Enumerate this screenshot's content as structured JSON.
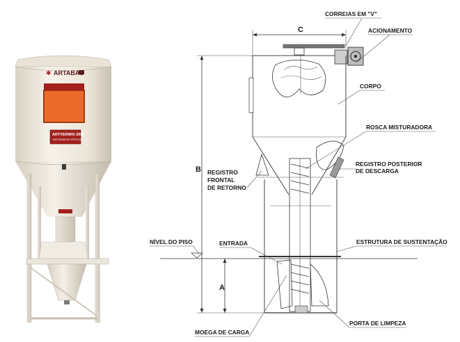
{
  "photo": {
    "brand": "ARTABAS",
    "plate_title": "ARTVERMIX-3000",
    "plate_subtitle": "MISTURADOR VERTICAL"
  },
  "dimensions": {
    "a": "A",
    "b": "B",
    "c": "C"
  },
  "labels": {
    "correias": "CORREIAS EM \"V\"",
    "acionamento": "ACIONAMENTO",
    "corpo": "CORPO",
    "rosca": "ROSCA MISTURADORA",
    "registro_posterior_1": "REGISTRO POSTERIOR",
    "registro_posterior_2": "DE DESCARGA",
    "registro_frontal_1": "REGISTRO",
    "registro_frontal_2": "FRONTAL",
    "registro_frontal_3": "DE RETORNO",
    "nivel_piso": "NÍVEL DO PISO",
    "entrada": "ENTRADA",
    "estrutura": "ESTRUTURA DE SUSTENTAÇÃO",
    "moega": "MOEGA DE CARGA",
    "porta": "PORTA DE LIMPEZA"
  },
  "colors": {
    "body_light": "#f2eee6",
    "body_shadow": "#cfc8bb",
    "window_orange": "#ec6a2a",
    "plate_red": "#a3201c",
    "line": "#333333"
  }
}
